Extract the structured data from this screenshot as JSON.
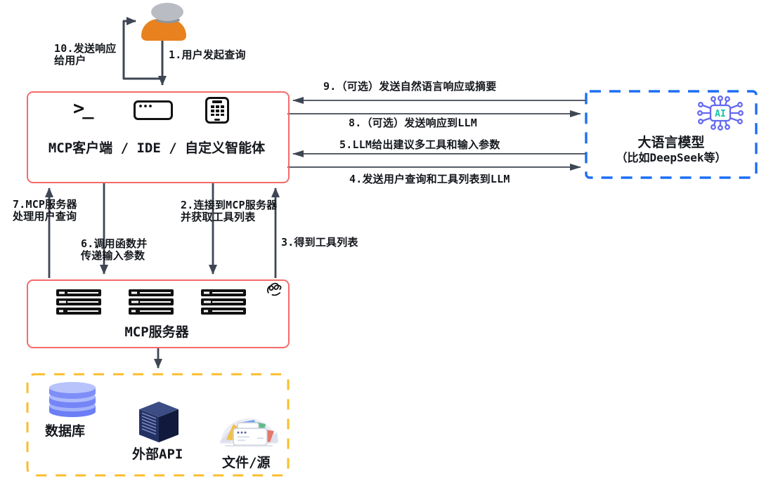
{
  "colors": {
    "client_server_border": "#f56a6a",
    "llm_border": "#1d6ef5",
    "resources_border": "#fbbd2c",
    "arrow": "#3f4653",
    "user_body": "#e8821f",
    "user_head": "#b9bdc3",
    "ai_chip": "#6469f1",
    "ai_chip_text": "#12c3a7",
    "database": "#7d8ef8",
    "api_server": "#1c2750"
  },
  "icons": {
    "terminal_glyph": ">_",
    "user": "person-bust-icon",
    "client": [
      "terminal-icon",
      "browser-window-icon",
      "tablet-app-icon"
    ],
    "llm": "ai-chip-icon",
    "server": [
      "server-rack-icon",
      "server-rack-icon",
      "server-rack-icon",
      "scribble-icon"
    ],
    "resources": [
      "database-icon",
      "api-server-icon",
      "files-icon"
    ]
  },
  "nodes": {
    "client": {
      "title": "MCP客户端 / IDE / 自定义智能体"
    },
    "llm": {
      "line1": "大语言模型",
      "line2": "（比如DeepSeek等）",
      "chip_label": "AI"
    },
    "server": {
      "title": "MCP服务器"
    },
    "resources": {
      "items": [
        {
          "label": "数据库"
        },
        {
          "label": "外部API"
        },
        {
          "label": "文件/源"
        }
      ]
    }
  },
  "edges": {
    "step1": "1.用户发起查询",
    "step2": "2.连接到MCP服务器\n并获取工具列表",
    "step3": "3.得到工具列表",
    "step4": "4.发送用户查询和工具列表到LLM",
    "step5": "5.LLM给出建议多工具和输入参数",
    "step6": "6.调用函数并\n传递输入参数",
    "step7": "7.MCP服务器\n处理用户查询",
    "step8": "8.（可选）发送响应到LLM",
    "step9": "9.（可选）发送自然语言响应或摘要",
    "step10": "10.发送响应\n给用户"
  }
}
